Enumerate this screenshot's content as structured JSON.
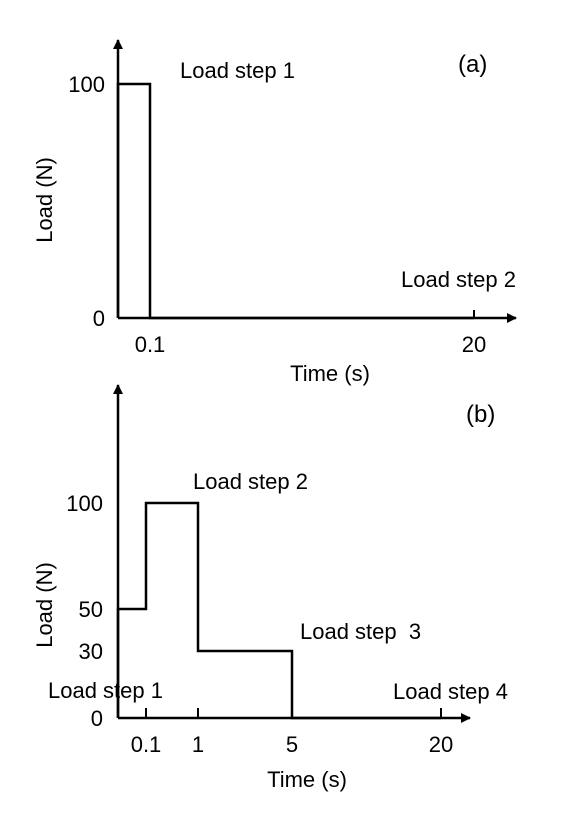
{
  "chart_data": [
    {
      "type": "line",
      "panel_label": "(a)",
      "xlabel": "Time (s)",
      "ylabel": "Load (N)",
      "x_ticks": [
        "0.1",
        "20"
      ],
      "y_ticks": [
        "0",
        "100"
      ],
      "series": [
        {
          "x": [
            0,
            0,
            0.1,
            0.1,
            20
          ],
          "y": [
            0,
            100,
            100,
            0,
            0
          ]
        }
      ],
      "annotations": [
        {
          "text": "Load step 1",
          "at_time": 0.1
        },
        {
          "text": "Load step 2",
          "at_time": 20
        }
      ]
    },
    {
      "type": "line",
      "panel_label": "(b)",
      "xlabel": "Time (s)",
      "ylabel": "Load (N)",
      "x_ticks": [
        "0.1",
        "1",
        "5",
        "20"
      ],
      "y_ticks": [
        "0",
        "30",
        "50",
        "100"
      ],
      "series": [
        {
          "x": [
            0,
            0,
            0.1,
            0.1,
            1,
            1,
            5,
            5,
            20
          ],
          "y": [
            0,
            50,
            50,
            100,
            100,
            30,
            30,
            0,
            0
          ]
        }
      ],
      "annotations": [
        {
          "text": "Load step 1",
          "at_time": 0.1
        },
        {
          "text": "Load step 2",
          "at_time": 1
        },
        {
          "text": "Load step  3",
          "at_time": 5
        },
        {
          "text": "Load step 4",
          "at_time": 20
        }
      ]
    }
  ]
}
